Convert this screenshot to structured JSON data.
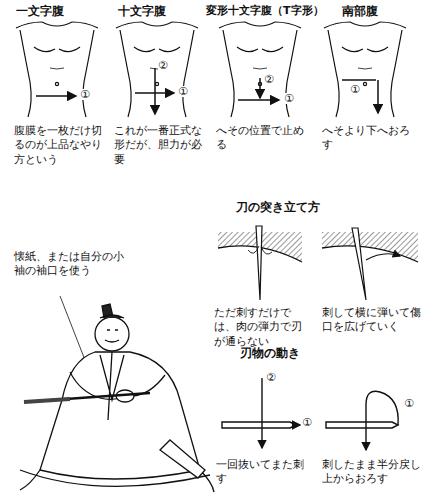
{
  "diagram": {
    "labels": [
      "一文字腹",
      "十文字腹",
      "変形十文字腹（T字形）",
      "南部腹",
      "①",
      "②",
      "①",
      "①",
      "②",
      "①",
      "腹膜を一枚だけ切るのが上品なやり方という",
      "これが一番正式な形だが、胆力が必要",
      "へその位置で止める",
      "へそより下へおろす",
      "刀の突き立て方",
      "懐紙、または自分の小袖の袖口を使う",
      "ただ刺すだけでは、肉の弾力で刃が通らない",
      "刺して横に弾いて傷口を広げていく",
      "刃物の動き",
      "②",
      "①",
      "①",
      "一回抜いてまた刺す",
      "刺したまま半分戻し上からおろす"
    ]
  }
}
